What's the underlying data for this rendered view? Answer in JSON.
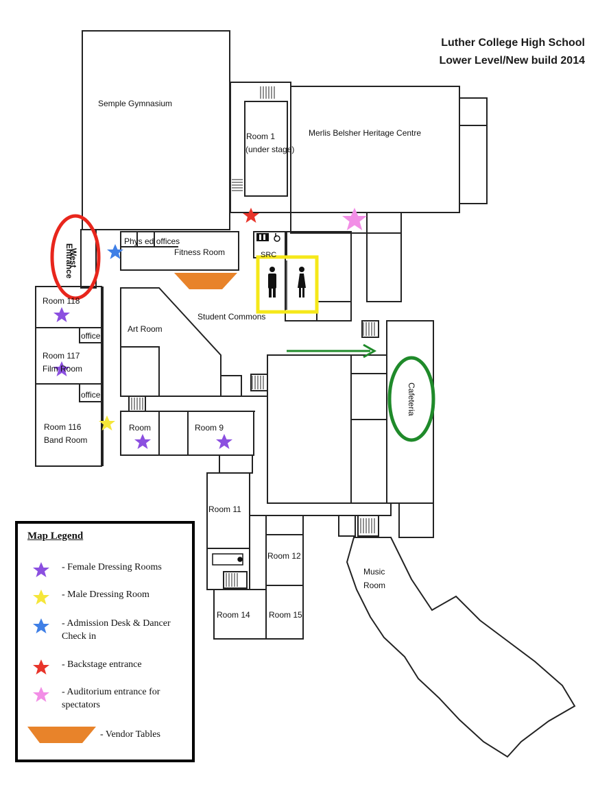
{
  "title": {
    "line1": "Luther College High School",
    "line2": "Lower Level/New build 2014"
  },
  "rooms": {
    "gym": "Semple Gymnasium",
    "room1_a": "Room 1",
    "room1_b": "(under stage)",
    "heritage": "Merlis Belsher Heritage Centre",
    "west_a": "West",
    "west_b": "Entrance",
    "phys_ed": "Phys ed offices",
    "fitness": "Fitness Room",
    "src": "SRC",
    "commons": "Student Commons",
    "art": "Art Room",
    "room118": "Room 118",
    "office_a": "office",
    "room117_a": "Room 117",
    "room117_b": "Film Room",
    "office_b": "office",
    "room116_a": "Room 116",
    "room116_b": "Band Room",
    "room_small": "Room",
    "room9": "Room 9",
    "cafeteria": "Cafeteria",
    "room11": "Room 11",
    "room12": "Room 12",
    "room14": "Room 14",
    "room15": "Room 15",
    "music_a": "Music",
    "music_b": "Room"
  },
  "legend": {
    "title": "Map Legend",
    "items": [
      {
        "icon": "purple-star-icon",
        "color": "#8b4fe0",
        "label": "- Female Dressing Rooms"
      },
      {
        "icon": "yellow-star-icon",
        "color": "#f5e63a",
        "label": "- Male Dressing Room"
      },
      {
        "icon": "blue-star-icon",
        "color": "#3f7fe6",
        "label": "- Admission Desk & Dancer Check in"
      },
      {
        "icon": "red-star-icon",
        "color": "#e8342a",
        "label": "- Backstage entrance"
      },
      {
        "icon": "pink-star-icon",
        "color": "#f28ee6",
        "label": "- Auditorium entrance for spectators"
      },
      {
        "icon": "orange-trapezoid-icon",
        "color": "#e8832a",
        "label": "- Vendor Tables"
      }
    ]
  },
  "colors": {
    "female": "#8b4fe0",
    "male": "#f5e63a",
    "admission": "#3f7fe6",
    "backstage": "#e8342a",
    "auditorium": "#f28ee6",
    "vendor": "#e8832a",
    "west_circle": "#e8261c",
    "cafeteria_circle": "#1f8a2a",
    "arrow": "#1f8a2a",
    "washroom_box": "#f5e81a"
  },
  "icons": [
    "stairs-icon",
    "washroom-icon",
    "wheelchair-icon",
    "male-figure-icon",
    "female-figure-icon",
    "arrow-right-icon"
  ]
}
